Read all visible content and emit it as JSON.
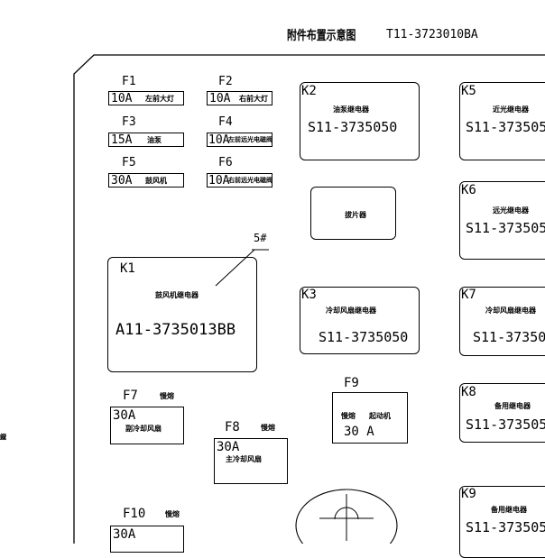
{
  "title": "附件布置示意图",
  "part_no": "T11-3723010BA",
  "stray_mark": "鐡",
  "fuses": {
    "f1": {
      "id": "F1",
      "rating": "10A",
      "desc": "左前大灯"
    },
    "f2": {
      "id": "F2",
      "rating": "10A",
      "desc": "右前大灯"
    },
    "f3": {
      "id": "F3",
      "rating": "15A",
      "desc": "油泵"
    },
    "f4": {
      "id": "F4",
      "rating": "10A",
      "desc": "左前远光电磁阀"
    },
    "f5": {
      "id": "F5",
      "rating": "30A",
      "desc": "鼓风机"
    },
    "f6": {
      "id": "F6",
      "rating": "10A",
      "desc": "右前远光电磁阀"
    },
    "f7": {
      "id": "F7",
      "note": "慢熔",
      "rating": "30A",
      "desc": "副冷却风扇"
    },
    "f8": {
      "id": "F8",
      "note": "慢熔",
      "rating": "30A",
      "desc": "主冷却风扇"
    },
    "f9": {
      "id": "F9",
      "note": "慢熔",
      "desc": "起动机",
      "rating": "30 A"
    },
    "f10": {
      "id": "F10",
      "note": "慢熔",
      "rating": "30A"
    }
  },
  "relays": {
    "k1": {
      "id": "K1",
      "desc": "鼓风机继电器",
      "part": "A11-3735013BB",
      "callout": "5#"
    },
    "k2": {
      "id": "K2",
      "desc": "油泵继电器",
      "part": "S11-3735050"
    },
    "k3": {
      "id": "K3",
      "desc": "冷却风扇继电器",
      "part": "S11-3735050"
    },
    "k5": {
      "id": "K5",
      "desc": "近光继电器",
      "part": "S11-373505"
    },
    "k6": {
      "id": "K6",
      "desc": "远光继电器",
      "part": "S11-373505"
    },
    "k7": {
      "id": "K7",
      "desc": "冷却风扇继电器",
      "part": "S11-37350"
    },
    "k8": {
      "id": "K8",
      "desc": "备用继电器",
      "part": "S11-373505"
    },
    "k9": {
      "id": "K9",
      "desc": "备用继电器",
      "part": "S11-373505"
    }
  },
  "clip": {
    "desc": "拔片器"
  }
}
